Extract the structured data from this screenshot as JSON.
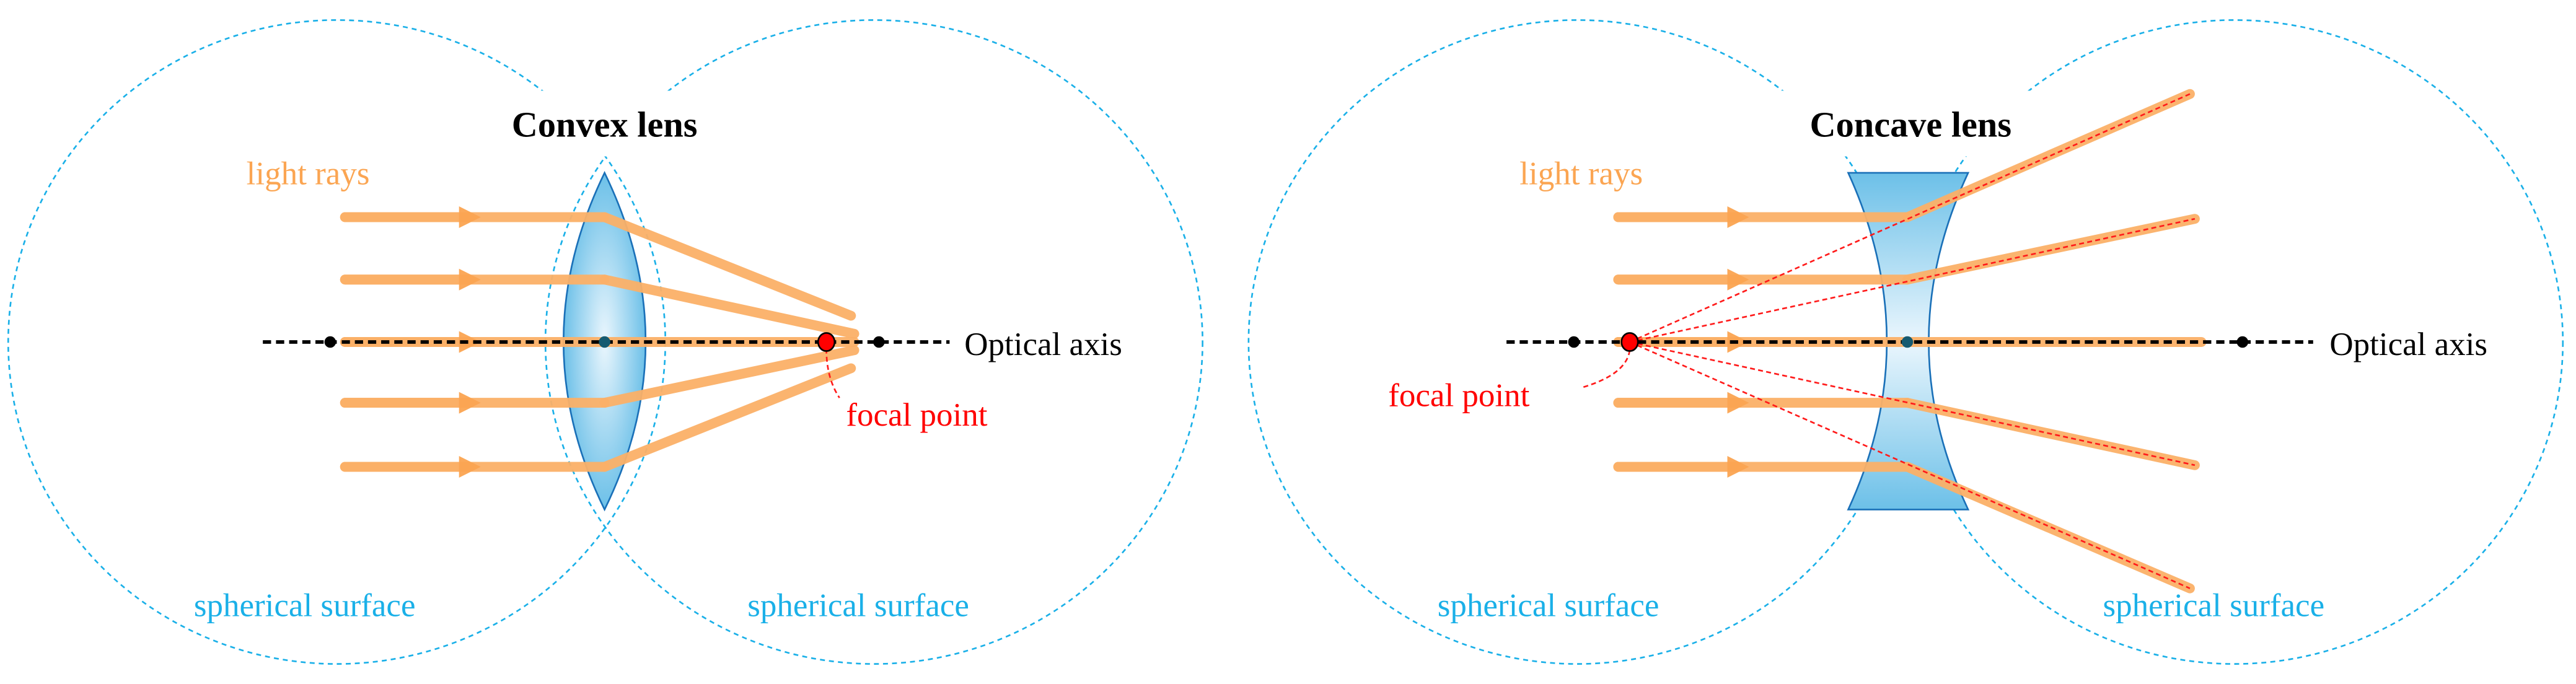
{
  "convex": {
    "title": "Convex lens",
    "rays_label": "light rays",
    "axis_label": "Optical axis",
    "focal_label": "focal point",
    "surface_left": "spherical surface",
    "surface_right": "spherical surface"
  },
  "concave": {
    "title": "Concave lens",
    "rays_label": "light rays",
    "axis_label": "Optical axis",
    "focal_label": "focal point",
    "surface_left": "spherical surface",
    "surface_right": "spherical surface"
  },
  "colors": {
    "ray": "#fbb067",
    "surface": "#1ab0e8",
    "focal": "#ff0000",
    "lens": "#6cc0e8"
  }
}
